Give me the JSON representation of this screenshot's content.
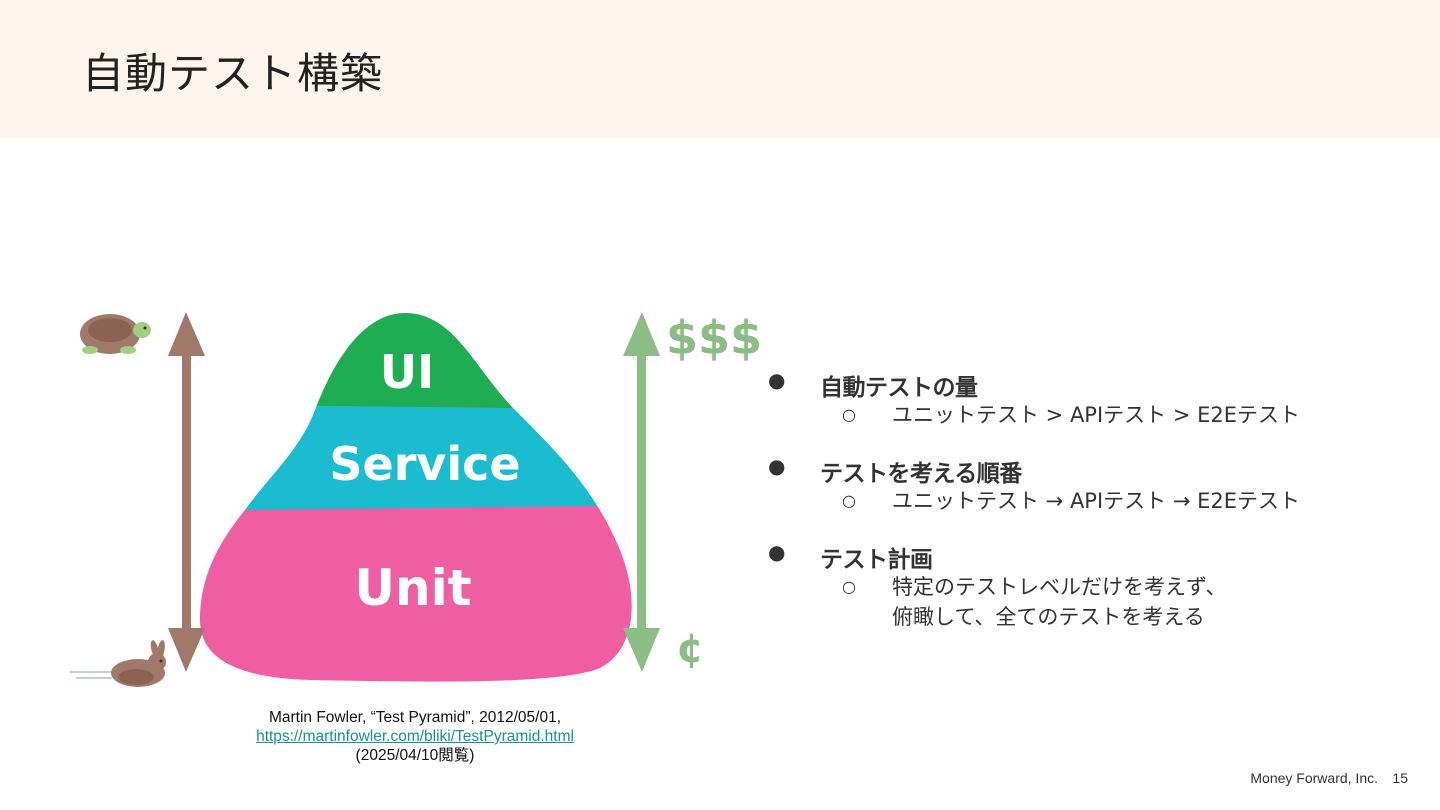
{
  "slide": {
    "title": "自動テスト構築",
    "page_number": "15",
    "company": "Money Forward, Inc."
  },
  "pyramid": {
    "layers": [
      "UI",
      "Service",
      "Unit"
    ],
    "cost_high": "$$$",
    "cost_low": "¢",
    "colors": {
      "ui": "#1fad53",
      "service": "#1bbcd0",
      "unit": "#ef5da3",
      "speed_arrow": "#a1796a",
      "cost_arrow": "#8cbd85"
    }
  },
  "caption": {
    "line1": "Martin Fowler, “Test Pyramid”, 2012/05/01,",
    "link": "https://martinfowler.com/bliki/TestPyramid.html",
    "line3": "(2025/04/10閲覧)"
  },
  "bullets": [
    {
      "marker": "●",
      "title": "自動テストの量",
      "sub_marker": "○",
      "sub": [
        "ユニットテスト > APIテスト > E2Eテスト"
      ]
    },
    {
      "marker": "●",
      "title": "テストを考える順番",
      "sub_marker": "○",
      "sub": [
        "ユニットテスト → APIテスト → E2Eテスト"
      ]
    },
    {
      "marker": "●",
      "title": "テスト計画",
      "sub_marker": "○",
      "sub": [
        "特定のテストレベルだけを考えず、",
        "俯瞰して、全てのテストを考える"
      ]
    }
  ]
}
